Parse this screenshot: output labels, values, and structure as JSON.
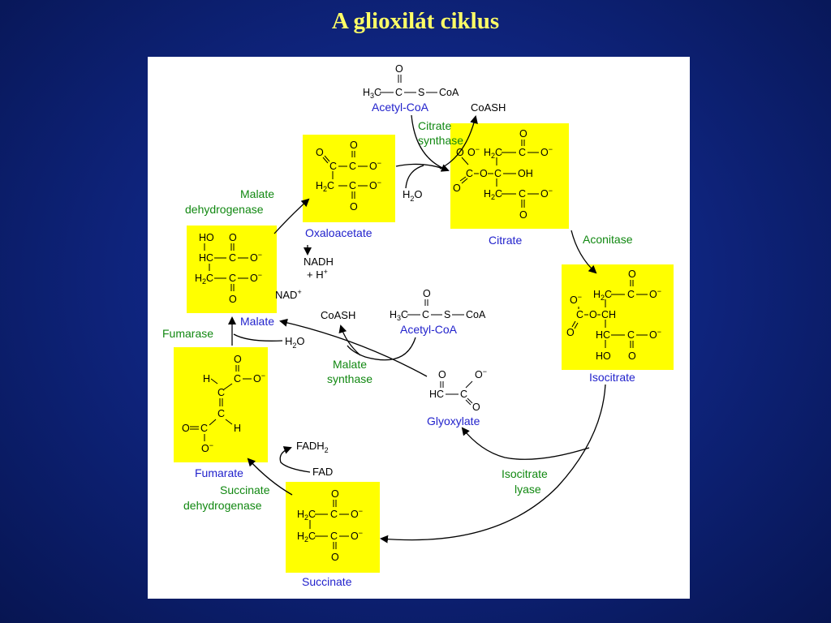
{
  "slide": {
    "title": "A glioxilát ciklus"
  },
  "metabolites": {
    "acetyl_coa_top": "Acetyl-CoA",
    "citrate": "Citrate",
    "isocitrate": "Isocitrate",
    "oxaloacetate": "Oxaloacetate",
    "malate": "Malate",
    "acetyl_coa_mid": "Acetyl-CoA",
    "glyoxylate": "Glyoxylate",
    "fumarate": "Fumarate",
    "succinate": "Succinate"
  },
  "enzymes": {
    "citrate_synthase_1": "Citrate",
    "citrate_synthase_2": "synthase",
    "aconitase": "Aconitase",
    "malate_dh_1": "Malate",
    "malate_dh_2": "dehydrogenase",
    "malate_synthase_1": "Malate",
    "malate_synthase_2": "synthase",
    "fumarase": "Fumarase",
    "isocitrate_lyase_1": "Isocitrate",
    "isocitrate_lyase_2": "lyase",
    "succinate_dh_1": "Succinate",
    "succinate_dh_2": "dehydrogenase"
  },
  "cofactors": {
    "coash_top": "CoASH",
    "h2o_top": "H",
    "h2o_top_sub": "2",
    "h2o_top_o": "O",
    "nadh": "NADH",
    "plus_h": "+ H",
    "plus_h_sup": "+",
    "nad": "NAD",
    "nad_sup": "+",
    "coash_mid": "CoASH",
    "h2o_mid": "H",
    "h2o_mid_sub": "2",
    "h2o_mid_o": "O",
    "fadh2": "FADH",
    "fadh2_sub": "2",
    "fad": "FAD"
  },
  "structure_glyphs": {
    "C": "C",
    "O": "O",
    "H": "H",
    "S": "S",
    "CoA": "CoA",
    "O_minus": "O",
    "minus": "−",
    "OH": "OH",
    "HO": "HO",
    "HC": "HC",
    "CH": "CH",
    "H2": "H",
    "H3": "H",
    "two": "2",
    "three": "3"
  },
  "colors": {
    "background": "#0f2580",
    "title": "#ffff66",
    "highlight": "#ffff00",
    "metabolite": "#2222cc",
    "enzyme": "#118811",
    "arrow": "#000000"
  }
}
